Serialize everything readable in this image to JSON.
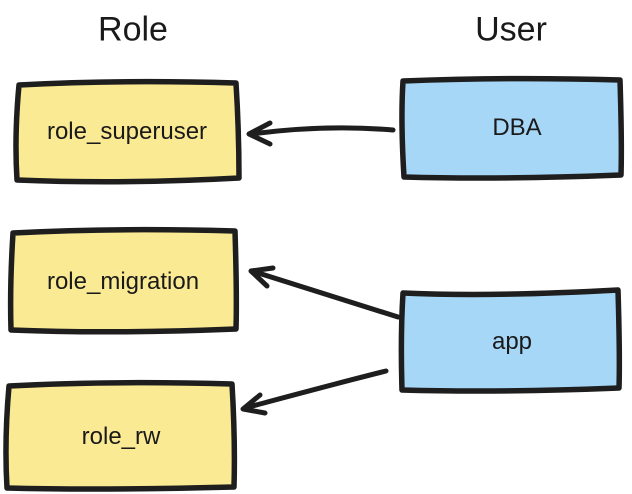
{
  "diagram": {
    "headings": {
      "left": "Role",
      "right": "User"
    },
    "nodes": [
      {
        "id": "role_superuser",
        "label": "role_superuser",
        "category": "role"
      },
      {
        "id": "role_migration",
        "label": "role_migration",
        "category": "role"
      },
      {
        "id": "role_rw",
        "label": "role_rw",
        "category": "role"
      },
      {
        "id": "DBA",
        "label": "DBA",
        "category": "user"
      },
      {
        "id": "app",
        "label": "app",
        "category": "user"
      }
    ],
    "edges": [
      {
        "from": "DBA",
        "to": "role_superuser"
      },
      {
        "from": "app",
        "to": "role_migration"
      },
      {
        "from": "app",
        "to": "role_rw"
      }
    ],
    "colors": {
      "role_fill": "#FBEA94",
      "user_fill": "#A7D7F7",
      "stroke": "#1E1E1E",
      "text": "#1A1A1A",
      "background": "#FFFFFF"
    }
  }
}
